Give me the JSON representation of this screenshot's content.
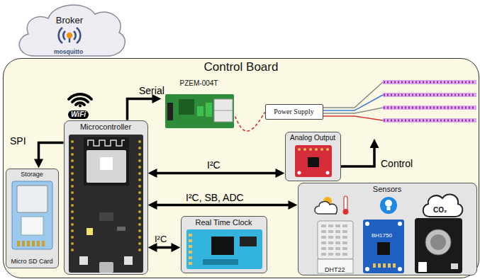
{
  "diagram": {
    "nodes": [
      {
        "text": [
          "Broker"
        ]
      },
      {
        "text": [
          "Control Board"
        ]
      },
      {
        "text": [
          "Microcontroller"
        ],
        "in": 1
      },
      {
        "text": [
          "Storage",
          "Micro SD Card"
        ],
        "in": 1
      },
      {
        "text": [
          "PZEM-004T"
        ],
        "in": 1
      },
      {
        "text": [
          "Power Supply"
        ],
        "in": 1
      },
      {
        "text": [
          "Analog Output"
        ],
        "in": 1
      },
      {
        "text": [
          "Real Time Clock"
        ],
        "in": 1
      },
      {
        "text": [
          "Sensors"
        ],
        "in": 1
      }
    ],
    "edges": [
      {
        "from": 2,
        "to": 3,
        "label": "SPI",
        "arrow": "to"
      },
      {
        "from": 2,
        "to": 4,
        "label": "Serial",
        "arrow": "to"
      },
      {
        "from": 2,
        "to": 6,
        "label": "I²C",
        "arrow": "both"
      },
      {
        "from": 2,
        "to": 8,
        "label": "I²C, SB, ADC",
        "arrow": "both"
      },
      {
        "from": 2,
        "to": 7,
        "label": "I²C",
        "arrow": "both"
      },
      {
        "from": 4,
        "to": 5,
        "arrow": "none"
      }
    ],
    "labels": [
      "mosquitto",
      "WiFi",
      "Control",
      "CO₂",
      "DHT22",
      "BH1750"
    ]
  }
}
